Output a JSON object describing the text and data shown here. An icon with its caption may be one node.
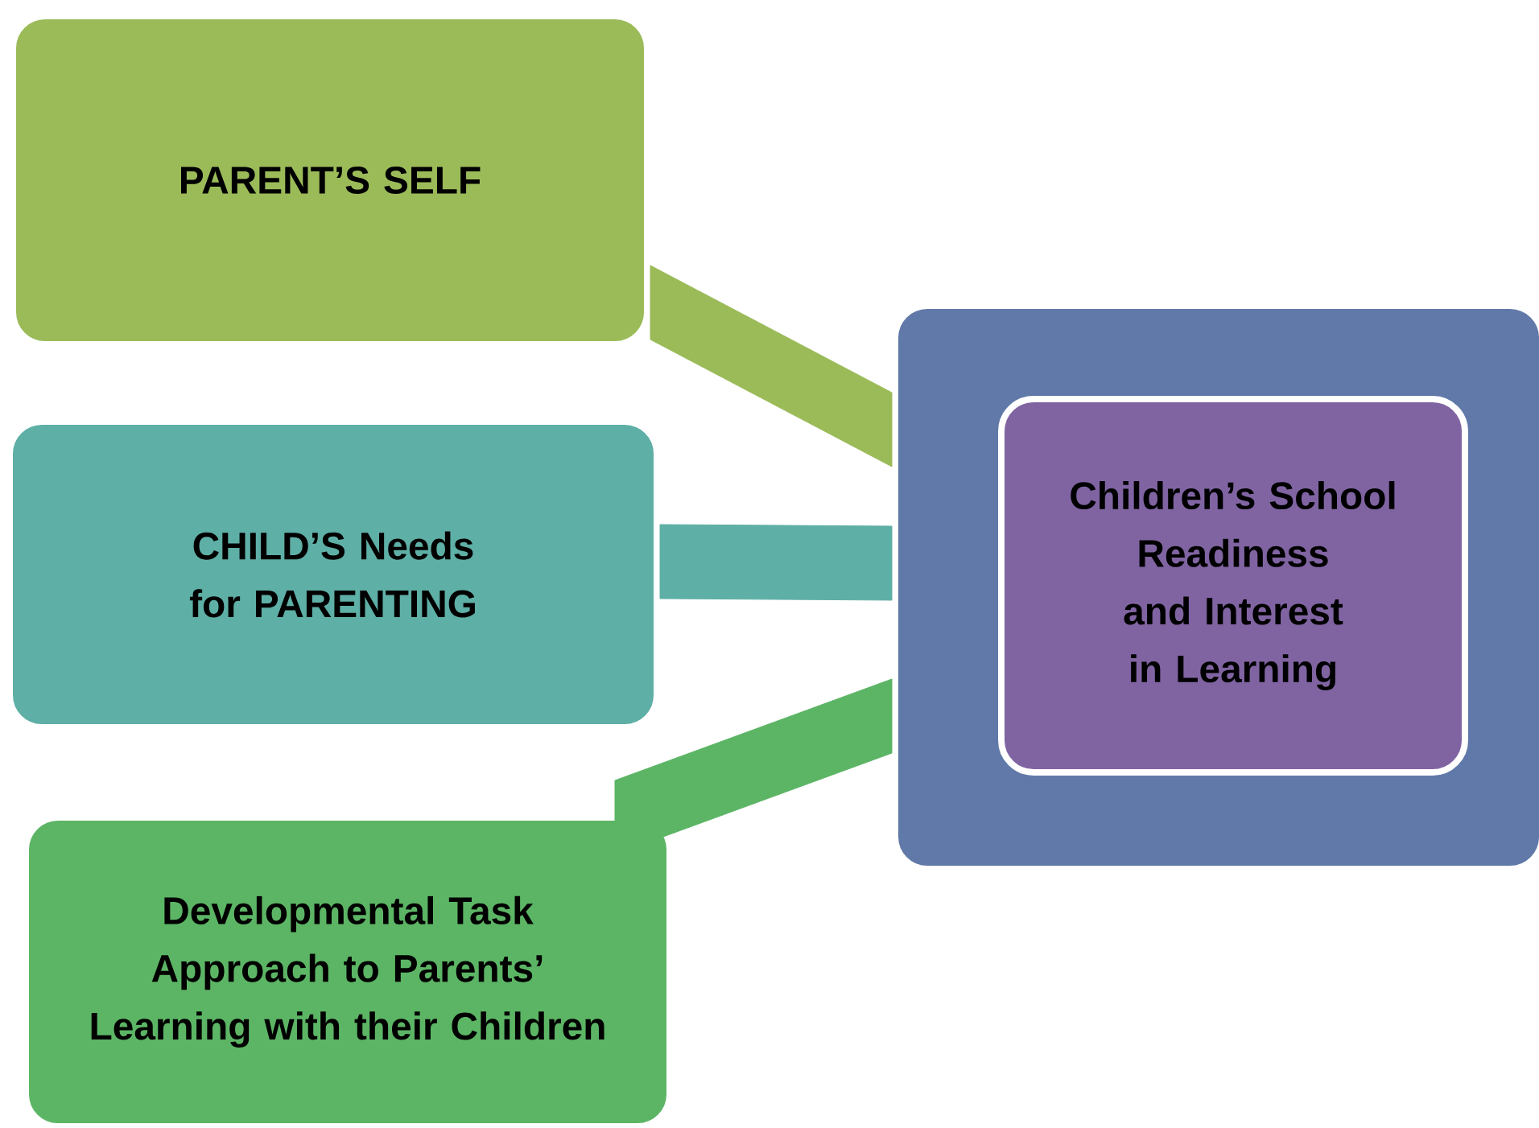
{
  "diagram": {
    "nodes": [
      {
        "text": [
          "PARENT’S SELF"
        ]
      },
      {
        "text": [
          "CHILD’S Needs for PARENTING"
        ]
      },
      {
        "text": [
          "Developmental Task Approach to Parents’ Learning with their Children"
        ]
      },
      {
        "text": [],
        "shape": "box"
      },
      {
        "text": [
          "Children’s School Readiness and Interest in Learning"
        ],
        "in": 3
      }
    ],
    "edges": [
      {
        "from": 0,
        "to": 3,
        "arrow": "none",
        "style": "thick",
        "color": "#9bbb59"
      },
      {
        "from": 1,
        "to": 3,
        "arrow": "none",
        "style": "thick",
        "color": "#5eafa6"
      },
      {
        "from": 2,
        "to": 3,
        "arrow": "none",
        "style": "thick",
        "color": "#5cb565"
      }
    ]
  }
}
